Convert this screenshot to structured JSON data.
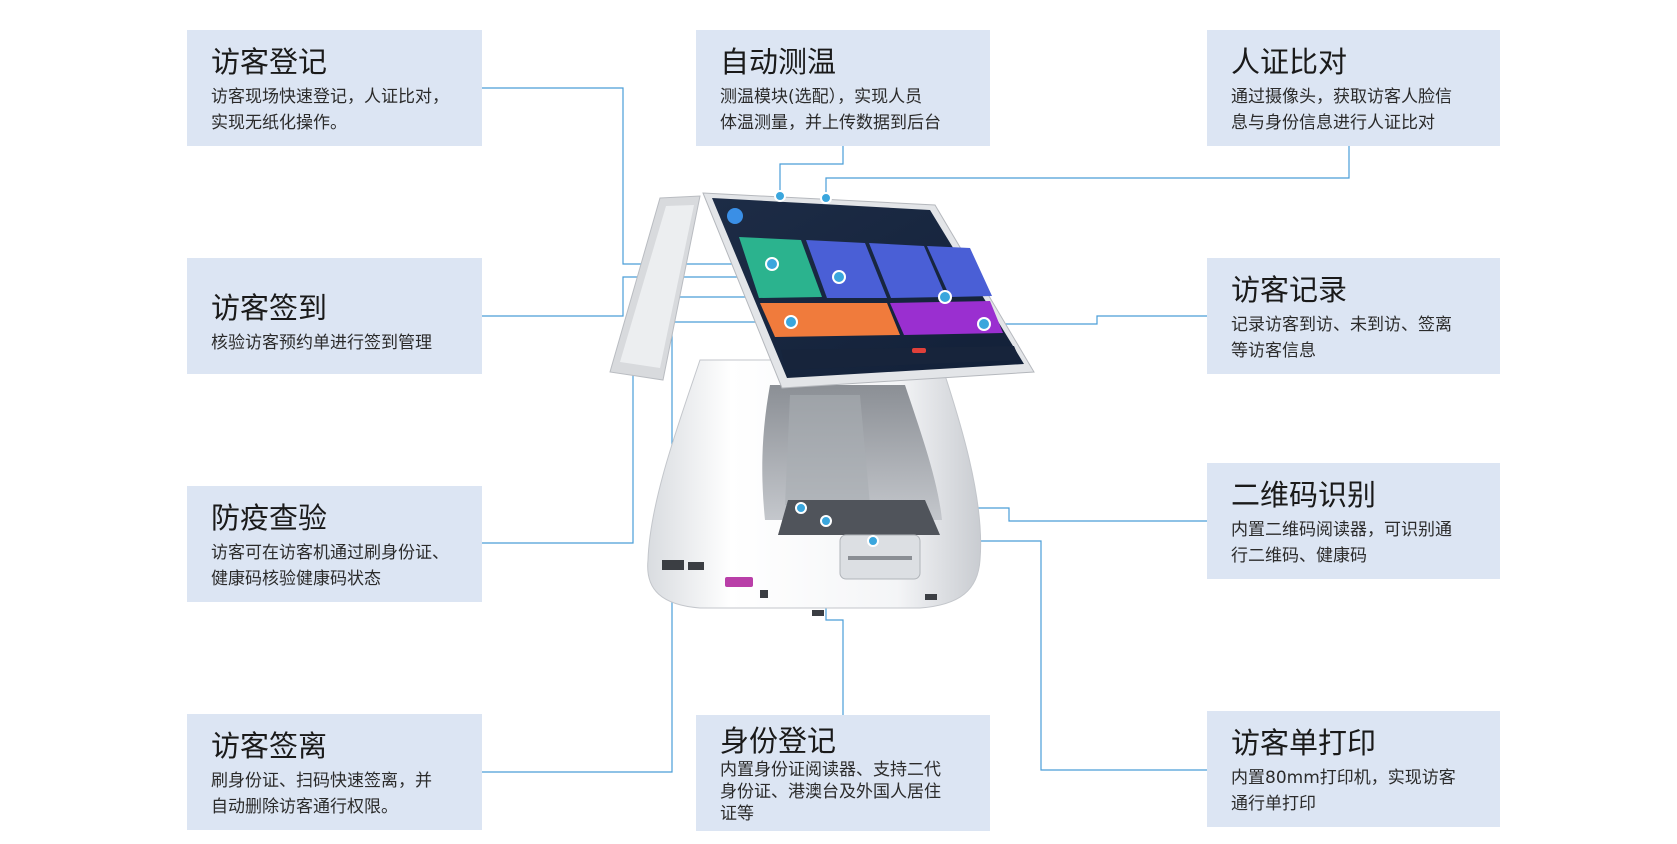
{
  "features": [
    {
      "id": "register",
      "title": "访客登记",
      "desc": "访客现场快速登记，人证比对，\n实现无纸化操作。"
    },
    {
      "id": "checkin",
      "title": "访客签到",
      "desc": "核验访客预约单进行签到管理"
    },
    {
      "id": "epidemic",
      "title": "防疫查验",
      "desc": "访客可在访客机通过刷身份证、\n健康码核验健康码状态"
    },
    {
      "id": "checkout",
      "title": "访客签离",
      "desc": "刷身份证、扫码快速签离，并\n自动删除访客通行权限。"
    },
    {
      "id": "temperature",
      "title": "自动测温",
      "desc": "测温模块(选配），实现人员\n体温测量，并上传数据到后台"
    },
    {
      "id": "idreg",
      "title": "身份登记",
      "desc": "内置身份证阅读器、支持二代\n身份证、港澳台及外国人居住\n证等"
    },
    {
      "id": "facecompare",
      "title": "人证比对",
      "desc": "通过摄像头，获取访客人脸信\n息与身份信息进行人证比对"
    },
    {
      "id": "records",
      "title": "访客记录",
      "desc": "记录访客到访、未到访、签离\n等访客信息"
    },
    {
      "id": "qrcode",
      "title": "二维码识别",
      "desc": "内置二维码阅读器，可识别通\n行二维码、健康码"
    },
    {
      "id": "print",
      "title": "访客单打印",
      "desc": "内置80mm打印机，实现访客\n通行单打印"
    }
  ],
  "colors": {
    "card_bg": "#dce5f3",
    "connector": "#4a9ed8",
    "dot": "#3aa6dd",
    "tile_green": "#2bb38e",
    "tile_blue": "#4a5fd6",
    "tile_orange": "#f07b3c",
    "tile_purple": "#9a2fd0"
  }
}
